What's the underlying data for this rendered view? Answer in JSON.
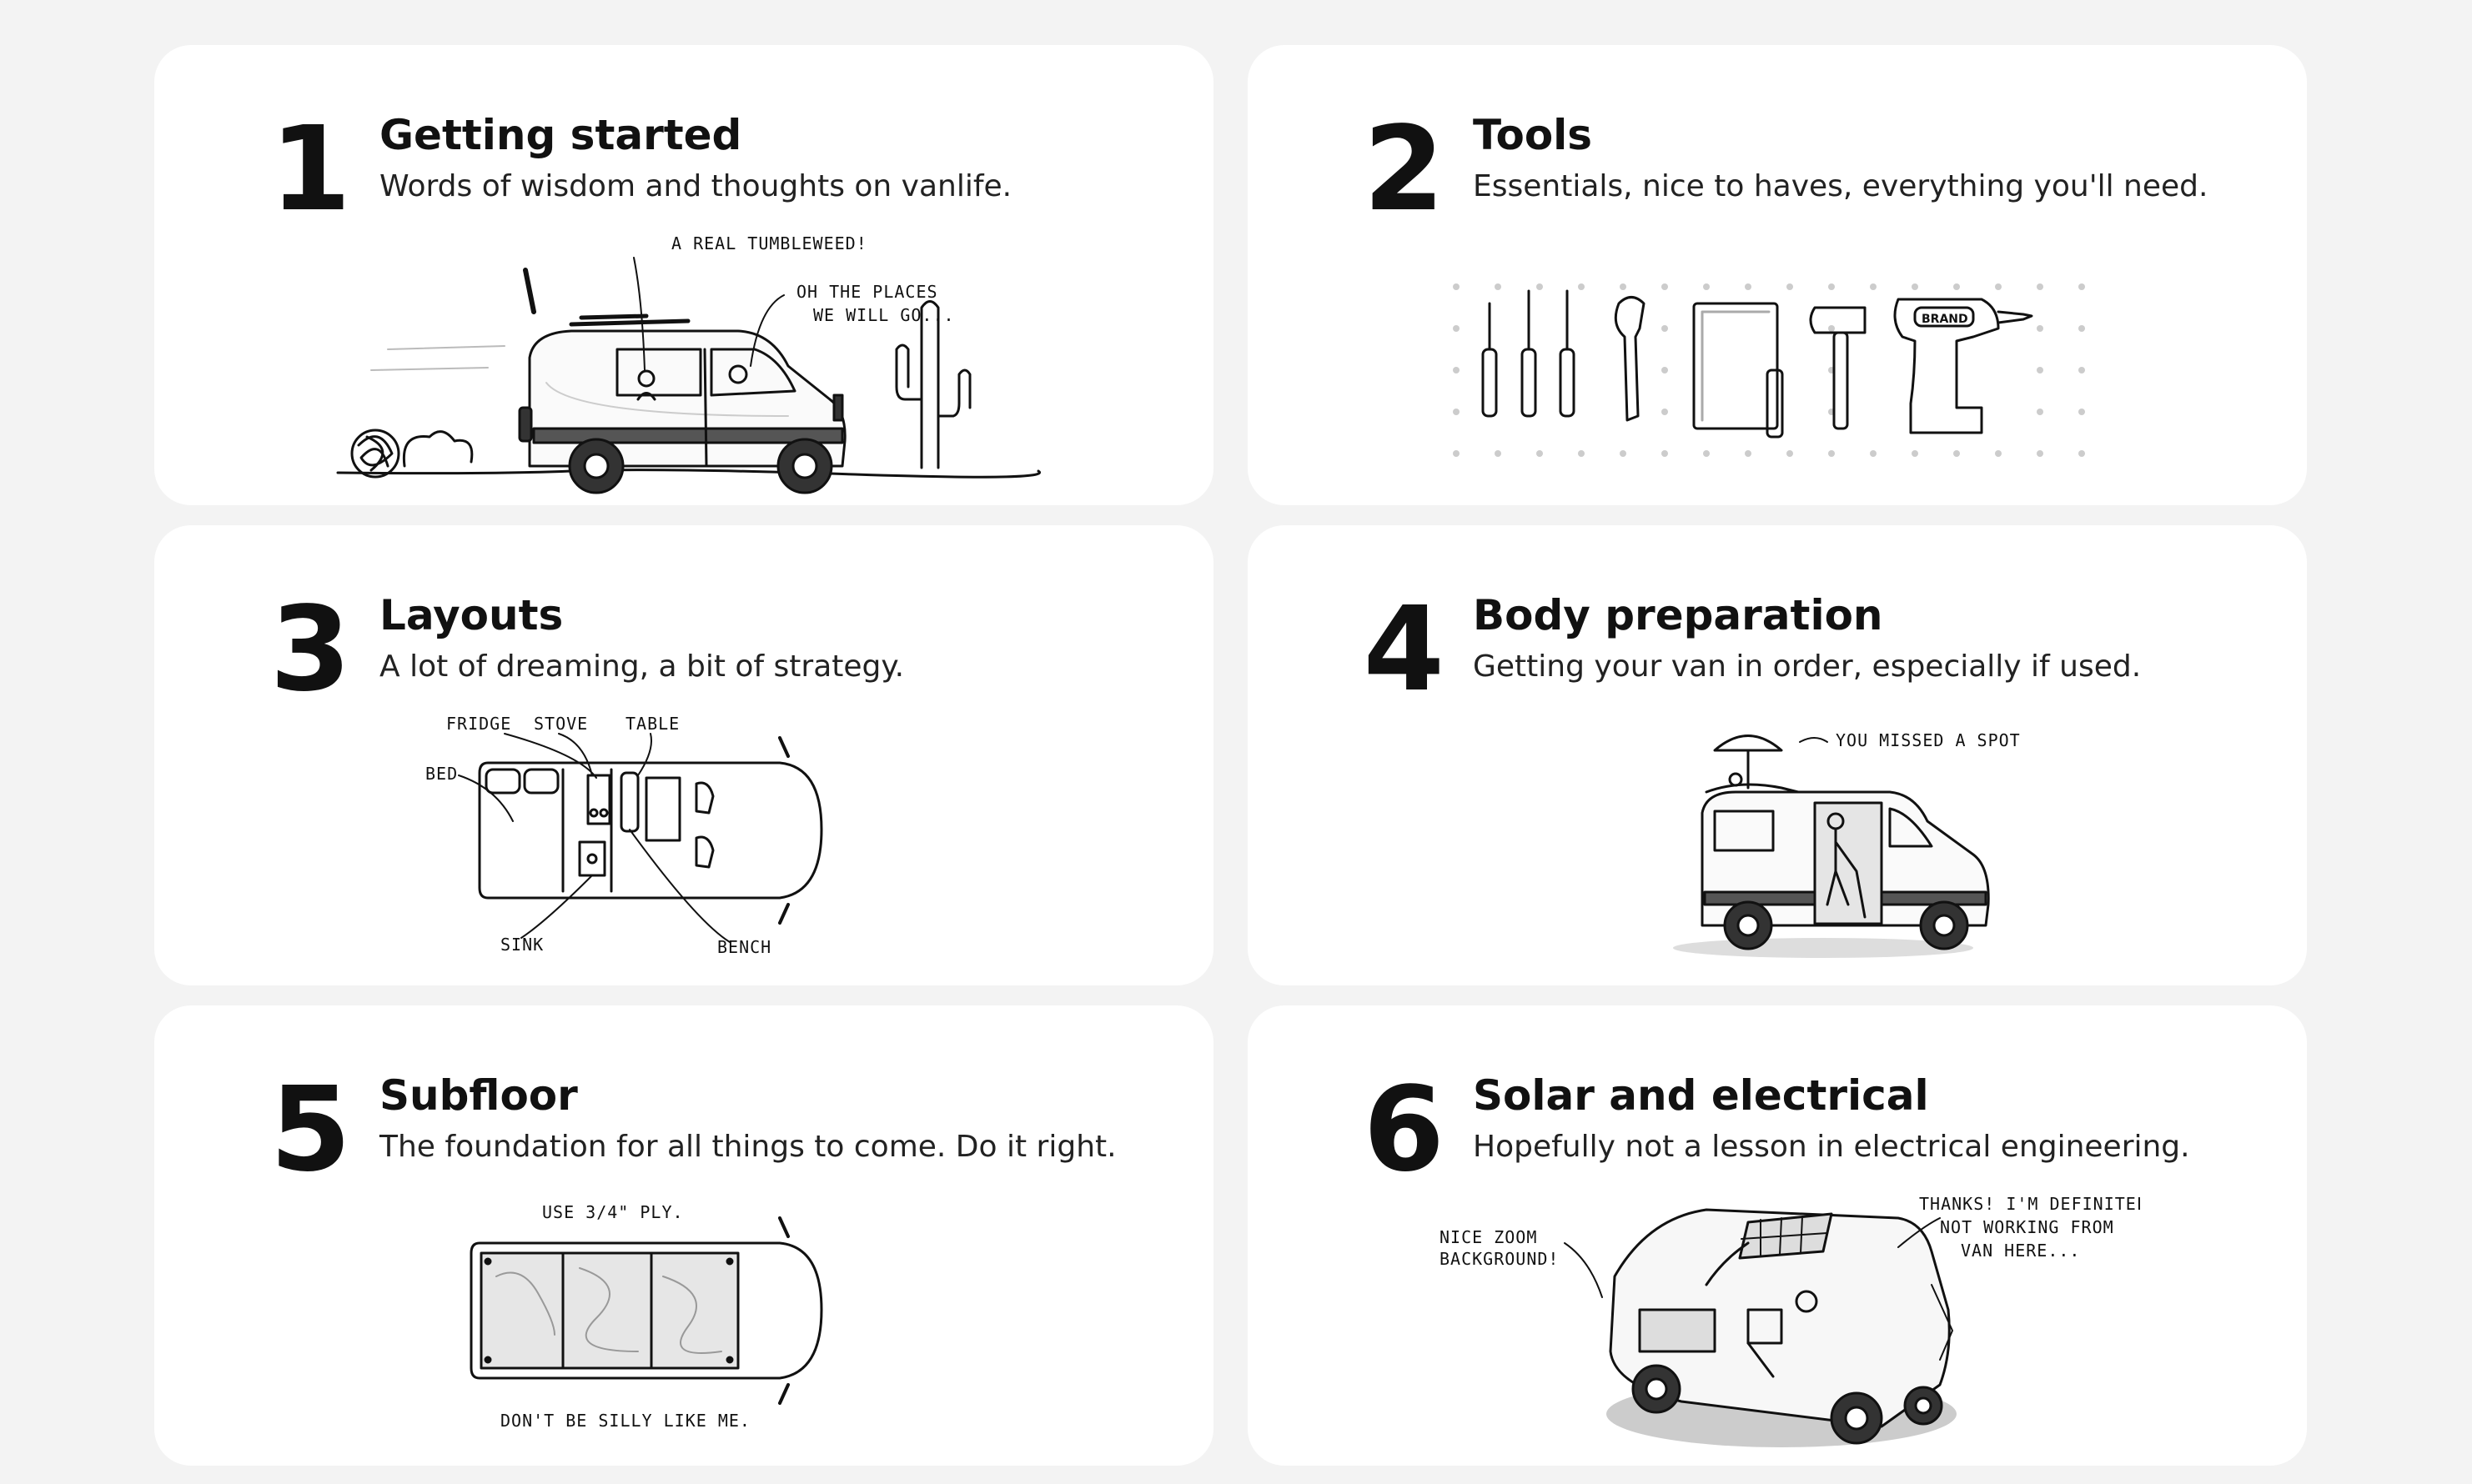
{
  "cards": [
    {
      "number": "1",
      "title": "Getting started",
      "subtitle": "Words of wisdom and thoughts on vanlife.",
      "illustration": {
        "icon": "van-driving-icon",
        "annotations": [
          "A REAL TUMBLEWEED!",
          "OH THE PLACES",
          "WE WILL GO..."
        ]
      }
    },
    {
      "number": "2",
      "title": "Tools",
      "subtitle": "Essentials, nice to haves, everything you'll need.",
      "illustration": {
        "icon": "tools-pegboard-icon",
        "annotations": [
          "BRAND"
        ]
      }
    },
    {
      "number": "3",
      "title": "Layouts",
      "subtitle": "A lot of dreaming, a bit of strategy.",
      "illustration": {
        "icon": "van-floorplan-icon",
        "annotations": [
          "FRIDGE",
          "STOVE",
          "TABLE",
          "BED",
          "SINK",
          "BENCH"
        ]
      }
    },
    {
      "number": "4",
      "title": "Body preparation",
      "subtitle": "Getting your van in order, especially if used.",
      "illustration": {
        "icon": "van-body-prep-icon",
        "annotations": [
          "YOU MISSED A SPOT"
        ]
      }
    },
    {
      "number": "5",
      "title": "Subfloor",
      "subtitle": "The foundation for all things to come. Do it right.",
      "illustration": {
        "icon": "van-subfloor-icon",
        "annotations": [
          "USE 3/4\" PLY.",
          "DON'T BE SILLY LIKE ME."
        ]
      }
    },
    {
      "number": "6",
      "title": "Solar and electrical",
      "subtitle": "Hopefully not a lesson in electrical engineering.",
      "illustration": {
        "icon": "van-solar-electrical-icon",
        "annotations": [
          "NICE ZOOM",
          "BACKGROUND!",
          "THANKS! I'M DEFINITELY",
          "NOT WORKING FROM",
          "VAN HERE..."
        ]
      }
    }
  ]
}
